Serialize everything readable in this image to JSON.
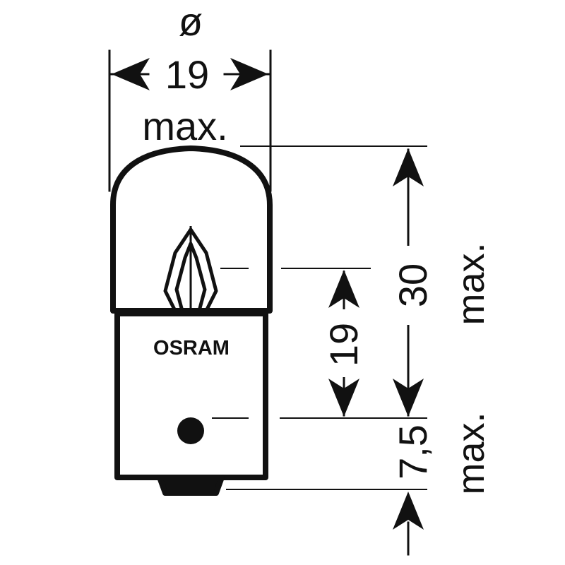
{
  "brand": "OSRAM",
  "dimensions": {
    "diameter": {
      "symbol": "ø",
      "value": "19",
      "qualifier": "max."
    },
    "overall_length": {
      "value": "30",
      "qualifier": "max."
    },
    "light_center_length": {
      "value": "19"
    },
    "base_pin": {
      "value": "7,5",
      "qualifier": "max."
    }
  },
  "colors": {
    "ink": "#111111",
    "background": "#ffffff"
  }
}
